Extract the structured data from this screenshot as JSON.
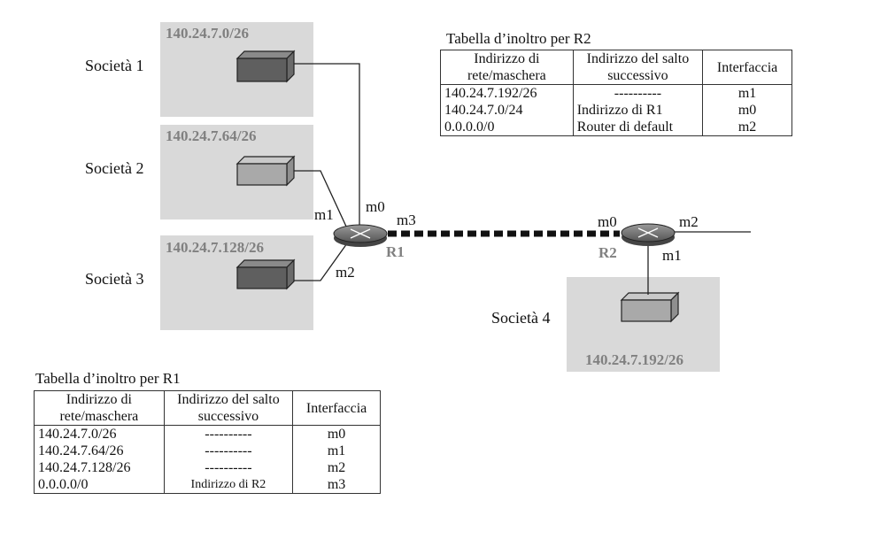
{
  "colors": {
    "lan_box": "#d9d9d9",
    "net_label": "#808080",
    "line": "#222222"
  },
  "networks": {
    "n1": {
      "company": "Società 1",
      "address": "140.24.7.0/26"
    },
    "n2": {
      "company": "Società 2",
      "address": "140.24.7.64/26"
    },
    "n3": {
      "company": "Società 3",
      "address": "140.24.7.128/26"
    },
    "n4": {
      "company": "Società 4",
      "address": "140.24.7.192/26"
    }
  },
  "routers": {
    "r1": {
      "name": "R1",
      "ifaces": {
        "m0": "m0",
        "m1": "m1",
        "m2": "m2",
        "m3": "m3"
      }
    },
    "r2": {
      "name": "R2",
      "ifaces": {
        "m0": "m0",
        "m1": "m1",
        "m2": "m2"
      }
    }
  },
  "table_r2": {
    "caption": "Tabella d’inoltro per R2",
    "headers": [
      "Indirizzo di rete/maschera",
      "Indirizzo del salto successivo",
      "Interfaccia"
    ],
    "rows": [
      [
        "140.24.7.192/26",
        "----------",
        "m1"
      ],
      [
        "140.24.7.0/24",
        "Indirizzo di R1",
        "m0"
      ],
      [
        "0.0.0.0/0",
        "Router di default",
        "m2"
      ]
    ]
  },
  "table_r1": {
    "caption": "Tabella d’inoltro per R1",
    "headers": [
      "Indirizzo di rete/maschera",
      "Indirizzo del salto successivo",
      "Interfaccia"
    ],
    "rows": [
      [
        "140.24.7.0/26",
        "----------",
        "m0"
      ],
      [
        "140.24.7.64/26",
        "----------",
        "m1"
      ],
      [
        "140.24.7.128/26",
        "----------",
        "m2"
      ],
      [
        "0.0.0.0/0",
        "Indirizzo di R2",
        "m3"
      ]
    ]
  }
}
